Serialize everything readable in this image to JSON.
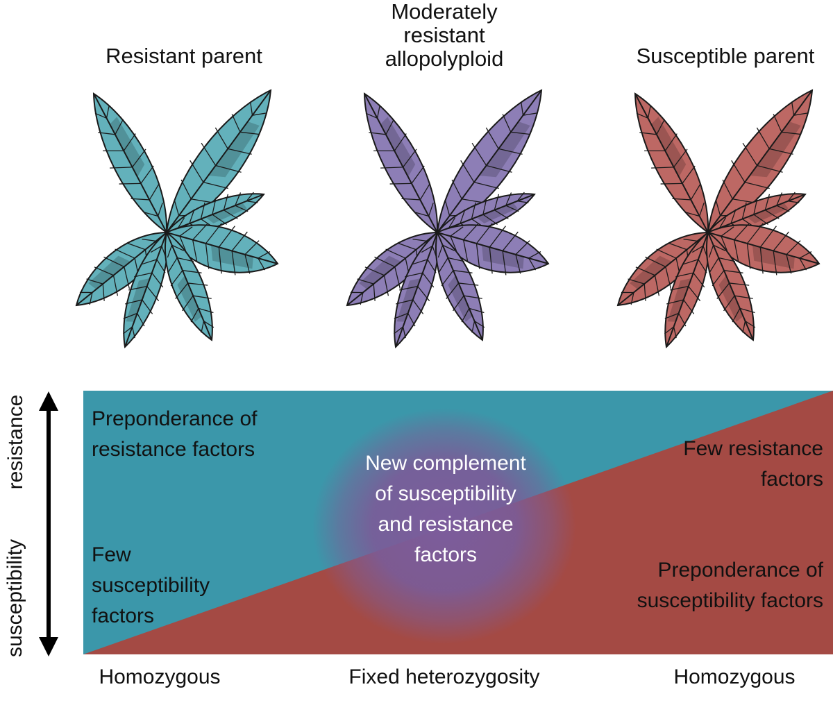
{
  "colors": {
    "resistant": "#3b97aa",
    "susceptible": "#a44a44",
    "allopolyploid": "#8070a8",
    "resistant_leaf": "#63b1bb",
    "allo_leaf": "#8d7eb6",
    "susceptible_leaf": "#bd6864"
  },
  "plants": [
    {
      "title": "Resistant parent"
    },
    {
      "title": "Moderately resistant allopolyploid"
    },
    {
      "title": "Susceptible parent"
    }
  ],
  "axis": {
    "top_label": "resistance",
    "bottom_label": "susceptibility"
  },
  "diagram": {
    "left_top": "Preponderance of resistance factors",
    "left_bottom": "Few susceptibility factors",
    "center": "New complement of susceptibility and resistance factors",
    "right_top": "Few resistance factors",
    "right_bottom": "Preponderance of susceptibility factors"
  },
  "bottom_labels": {
    "left": "Homozygous",
    "center": "Fixed heterozygosity",
    "right": "Homozygous"
  },
  "icons": [
    "leaf-rosette-icon",
    "double-arrow-icon"
  ]
}
